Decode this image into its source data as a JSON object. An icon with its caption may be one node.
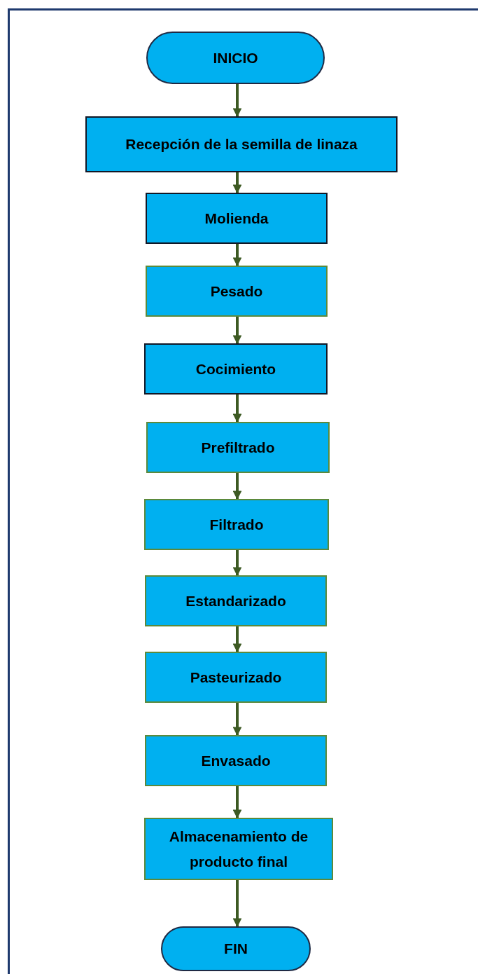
{
  "diagram": {
    "nodes": [
      {
        "text": [
          "INICIO"
        ]
      },
      {
        "text": [
          "Recepción de la semilla de linaza"
        ]
      },
      {
        "text": [
          "Molienda"
        ]
      },
      {
        "text": [
          "Pesado"
        ]
      },
      {
        "text": [
          "Cocimiento"
        ]
      },
      {
        "text": [
          "Prefiltrado"
        ]
      },
      {
        "text": [
          "Filtrado"
        ]
      },
      {
        "text": [
          "Estandarizado"
        ]
      },
      {
        "text": [
          "Pasteurizado"
        ]
      },
      {
        "text": [
          "Envasado"
        ]
      },
      {
        "text": [
          "Almacenamiento de producto final"
        ]
      },
      {
        "text": [
          "FIN"
        ]
      }
    ],
    "edges": [
      {
        "from": 0,
        "to": 1,
        "arrow": "to"
      },
      {
        "from": 1,
        "to": 2,
        "arrow": "to"
      },
      {
        "from": 2,
        "to": 3,
        "arrow": "to"
      },
      {
        "from": 3,
        "to": 4,
        "arrow": "to"
      },
      {
        "from": 4,
        "to": 5,
        "arrow": "to"
      },
      {
        "from": 5,
        "to": 6,
        "arrow": "to"
      },
      {
        "from": 6,
        "to": 7,
        "arrow": "to"
      },
      {
        "from": 7,
        "to": 8,
        "arrow": "to"
      },
      {
        "from": 8,
        "to": 9,
        "arrow": "to"
      },
      {
        "from": 9,
        "to": 10,
        "arrow": "to"
      },
      {
        "from": 10,
        "to": 11,
        "arrow": "to"
      }
    ]
  }
}
